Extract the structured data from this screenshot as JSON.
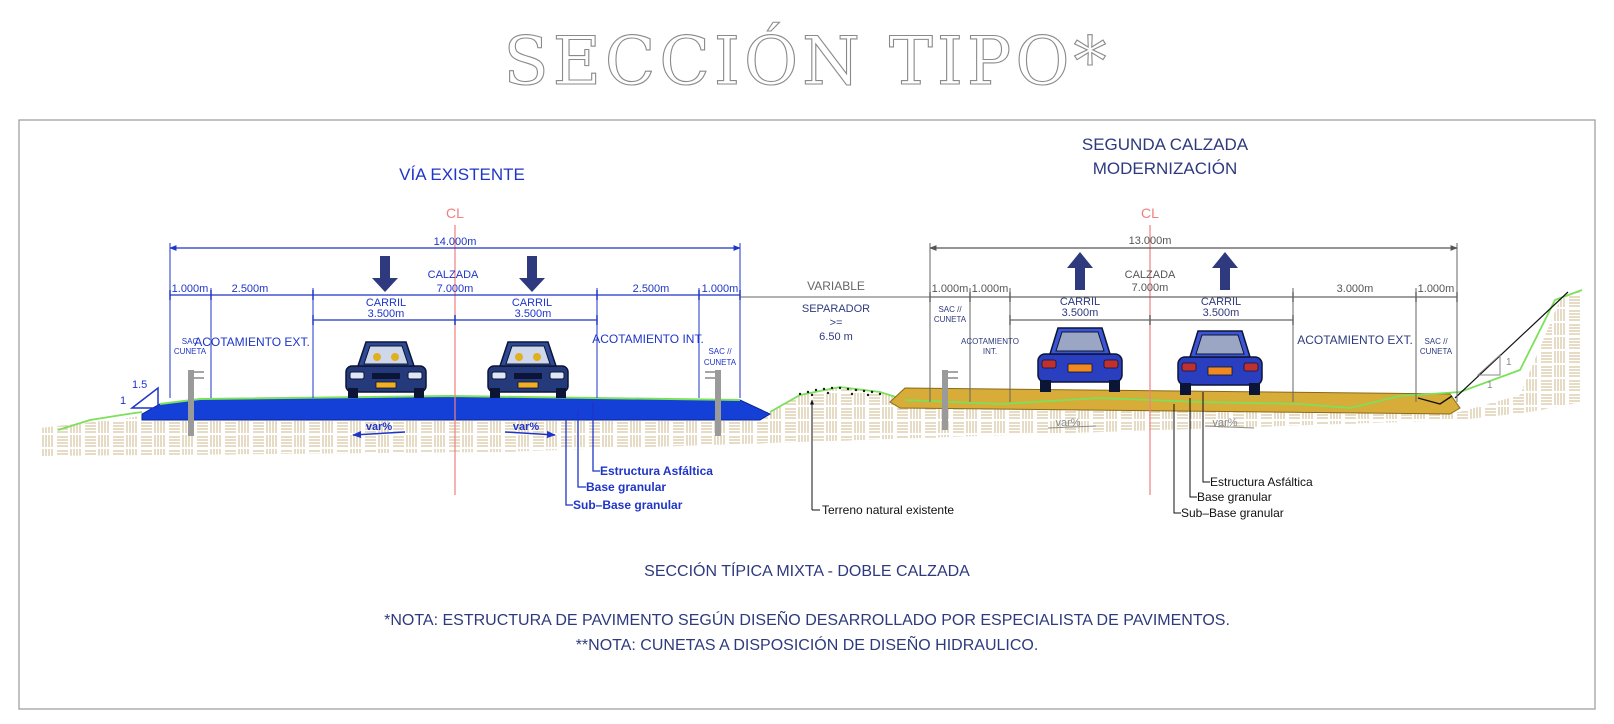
{
  "title": "SECCIÓN    TIPO*",
  "colors": {
    "blue_text": "#1f35c8",
    "navy_text": "#2e3a7d",
    "gray_dim": "#666666",
    "existing_pavement": "#1540d8",
    "new_pavement": "#d7ac38",
    "terrain_line": "#7be05a",
    "soil_hatch": "#d8c8a4",
    "centerline": "#f08080"
  },
  "existing": {
    "heading": "VÍA EXISTENTE",
    "cl": "CL",
    "total_width": "14.000m",
    "dim_sac_left": "1.000m",
    "dim_shoulder_ext": "2.500m",
    "calzada_label": "CALZADA",
    "calzada_width": "7.000m",
    "dim_shoulder_int": "2.500m",
    "dim_sac_right": "1.000m",
    "lane1_label": "CARRIL",
    "lane1_width": "3.500m",
    "lane2_label": "CARRIL",
    "lane2_width": "3.500m",
    "sac_left_l1": "SAC",
    "sac_left_l2": "CUNETA",
    "shoulder_ext_label": "ACOTAMIENTO EXT.",
    "shoulder_int_label": "ACOTAMIENTO INT.",
    "sac_right_l1": "SAC //",
    "sac_right_l2": "CUNETA",
    "slope_v": "1",
    "slope_h": "1.5",
    "var1": "var%",
    "var2": "var%",
    "layer1": "Estructura Asfáltica",
    "layer2": "Base granular",
    "layer3": "Sub–Base granular"
  },
  "median": {
    "variable": "VARIABLE",
    "separador": "SEPARADOR",
    "gte": ">=",
    "min_width": "6.50 m",
    "terrain": "Terreno natural existente"
  },
  "new": {
    "heading_l1": "SEGUNDA CALZADA",
    "heading_l2": "MODERNIZACIÓN",
    "cl": "CL",
    "total_width": "13.000m",
    "dim_sac_left": "1.000m",
    "dim_shoulder_int": "1.000m",
    "calzada_label": "CALZADA",
    "calzada_width": "7.000m",
    "dim_shoulder_ext": "3.000m",
    "dim_sac_right": "1.000m",
    "lane1_label": "CARRIL",
    "lane1_width": "3.500m",
    "lane2_label": "CARRIL",
    "lane2_width": "3.500m",
    "sac_left_l1": "SAC //",
    "sac_left_l2": "CUNETA",
    "shoulder_int_l1": "ACOTAMIENTO",
    "shoulder_int_l2": "INT.",
    "shoulder_ext_label": "ACOTAMIENTO EXT.",
    "sac_right_l1": "SAC //",
    "sac_right_l2": "CUNETA",
    "var1": "var%",
    "var2": "var%",
    "slope_v": "1",
    "slope_h": "1",
    "layer1": "Estructura Asfáltica",
    "layer2": "Base granular",
    "layer3": "Sub–Base granular"
  },
  "subtitle": "SECCIÓN TÍPICA  MIXTA - DOBLE CALZADA",
  "note1": "*NOTA: ESTRUCTURA DE PAVIMENTO SEGÚN DISEÑO DESARROLLADO POR ESPECIALISTA DE PAVIMENTOS.",
  "note2": "**NOTA:    CUNETAS A DISPOSICIÓN DE DISEÑO HIDRAULICO."
}
